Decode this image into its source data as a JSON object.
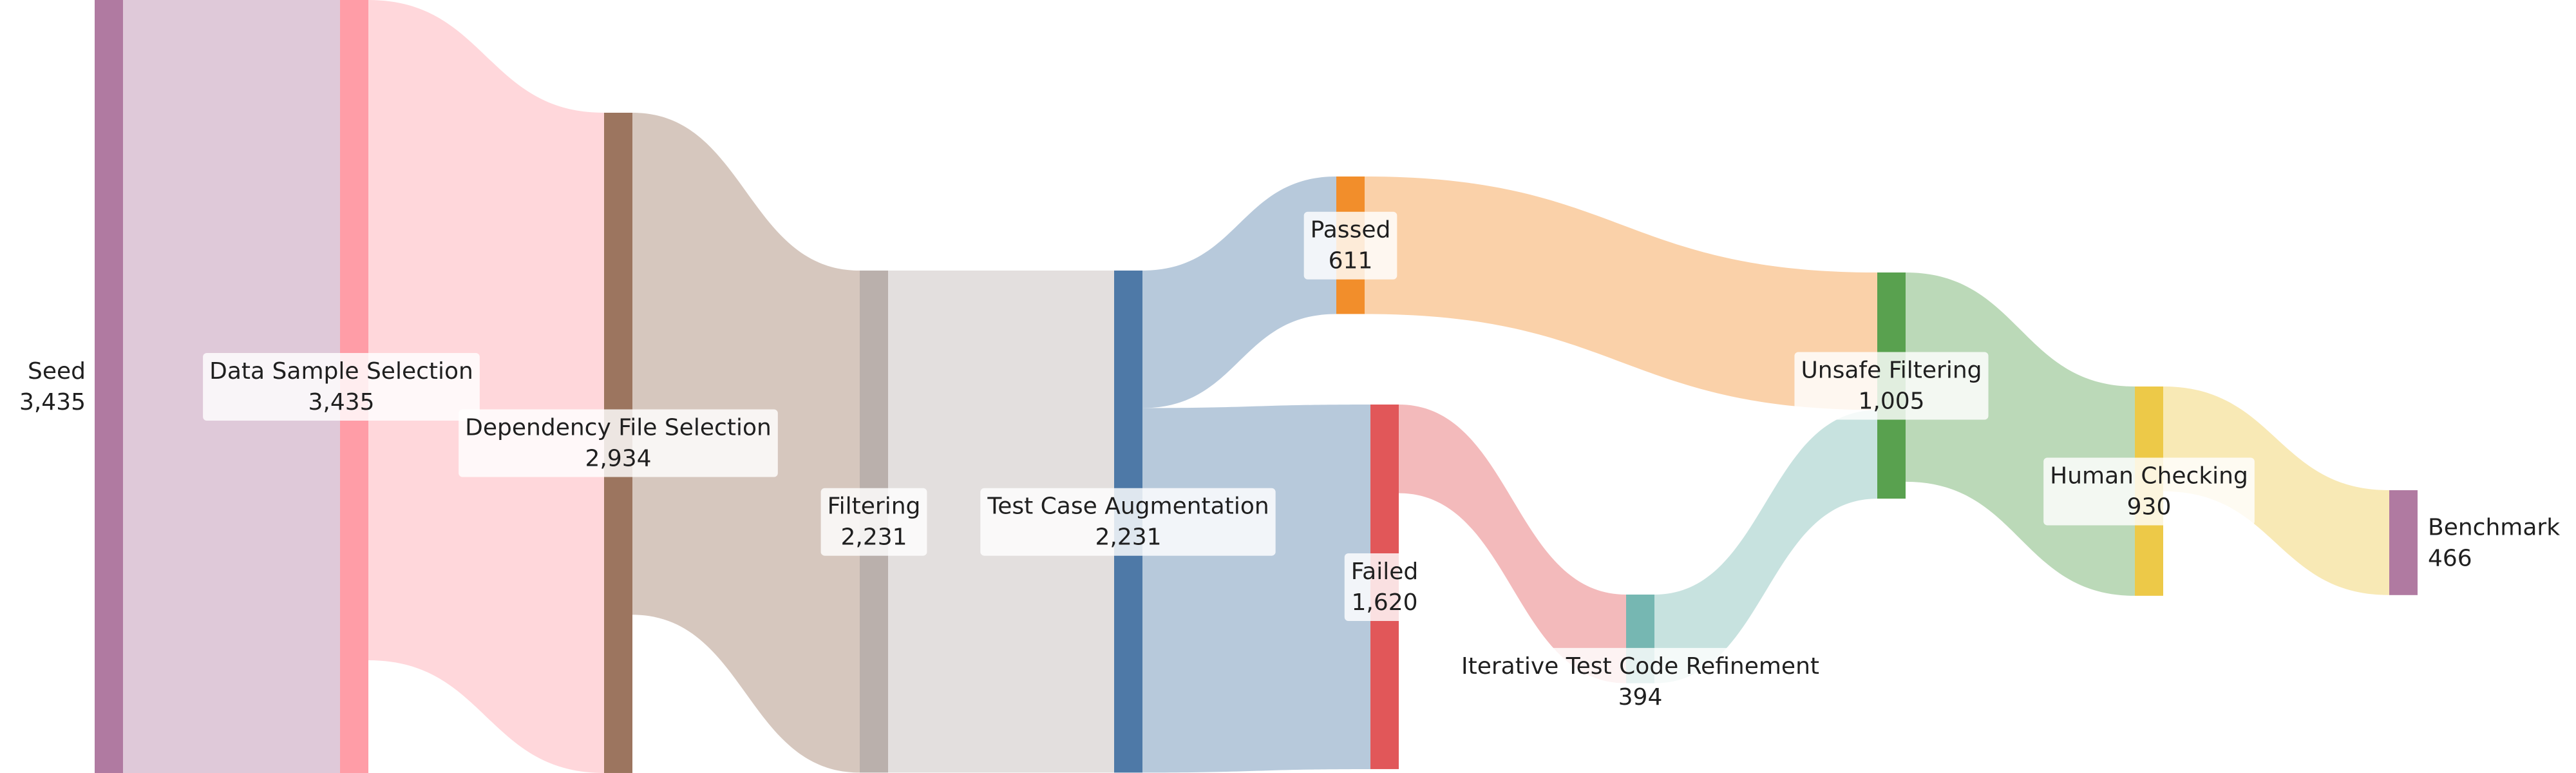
{
  "chart_data": {
    "type": "sankey",
    "nodes": [
      {
        "id": "seed",
        "name": "Seed",
        "value": 3435,
        "value_label": "3,435",
        "color": "#b07aa1"
      },
      {
        "id": "dss",
        "name": "Data Sample Selection",
        "value": 3435,
        "value_label": "3,435",
        "color": "#ff9da7"
      },
      {
        "id": "dfs",
        "name": "Dependency File Selection",
        "value": 2934,
        "value_label": "2,934",
        "color": "#9c755f"
      },
      {
        "id": "filt",
        "name": "Filtering",
        "value": 2231,
        "value_label": "2,231",
        "color": "#bab0ac"
      },
      {
        "id": "tca",
        "name": "Test Case Augmentation",
        "value": 2231,
        "value_label": "2,231",
        "color": "#4e79a7"
      },
      {
        "id": "passed",
        "name": "Passed",
        "value": 611,
        "value_label": "611",
        "color": "#f28e2b"
      },
      {
        "id": "failed",
        "name": "Failed",
        "value": 1620,
        "value_label": "1,620",
        "color": "#e15759"
      },
      {
        "id": "itcr",
        "name": "Iterative Test Code Refinement",
        "value": 394,
        "value_label": "394",
        "color": "#76b7b2"
      },
      {
        "id": "unsafe",
        "name": "Unsafe Filtering",
        "value": 1005,
        "value_label": "1,005",
        "color": "#59a14f"
      },
      {
        "id": "human",
        "name": "Human Checking",
        "value": 930,
        "value_label": "930",
        "color": "#edc948"
      },
      {
        "id": "bench",
        "name": "Benchmark",
        "value": 466,
        "value_label": "466",
        "color": "#b07aa1"
      }
    ],
    "links": [
      {
        "source": "seed",
        "target": "dss",
        "value": 3435
      },
      {
        "source": "dss",
        "target": "dfs",
        "value": 2934
      },
      {
        "source": "dfs",
        "target": "filt",
        "value": 2231
      },
      {
        "source": "filt",
        "target": "tca",
        "value": 2231
      },
      {
        "source": "tca",
        "target": "passed",
        "value": 611
      },
      {
        "source": "tca",
        "target": "failed",
        "value": 1620
      },
      {
        "source": "passed",
        "target": "unsafe",
        "value": 611
      },
      {
        "source": "failed",
        "target": "itcr",
        "value": 394
      },
      {
        "source": "itcr",
        "target": "unsafe",
        "value": 394
      },
      {
        "source": "unsafe",
        "target": "human",
        "value": 930
      },
      {
        "source": "human",
        "target": "bench",
        "value": 466
      }
    ]
  }
}
